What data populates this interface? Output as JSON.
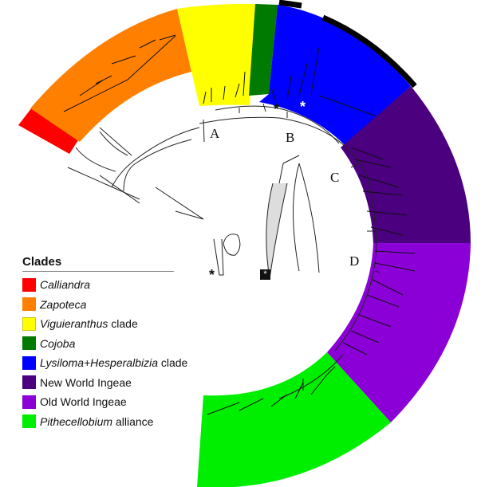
{
  "figure": {
    "type": "circular phylogenetic tree",
    "node_labels": [
      "A",
      "B",
      "C",
      "D"
    ],
    "markers": {
      "black_asterisk": "*",
      "white_asterisk": "*",
      "boxed_asterisk": "*"
    }
  },
  "legend": {
    "title": "Clades",
    "items": [
      {
        "italic": "Calliandra",
        "suffix": "",
        "color": "#ff0000"
      },
      {
        "italic": "Zapoteca",
        "suffix": "",
        "color": "#ff8000"
      },
      {
        "italic": "Viguieranthus",
        "suffix": " clade",
        "color": "#ffff00"
      },
      {
        "italic": "Cojoba",
        "suffix": "",
        "color": "#007a00"
      },
      {
        "italic": "Lysiloma+Hesperalbizia",
        "suffix": " clade",
        "color": "#0000ff"
      },
      {
        "italic": "",
        "suffix": "New World Ingeae",
        "color": "#4b0080"
      },
      {
        "italic": "",
        "suffix": "Old World Ingeae",
        "color": "#8c00d8"
      },
      {
        "italic": "Pithecellobium",
        "suffix": " alliance",
        "color": "#00ee00"
      }
    ]
  }
}
